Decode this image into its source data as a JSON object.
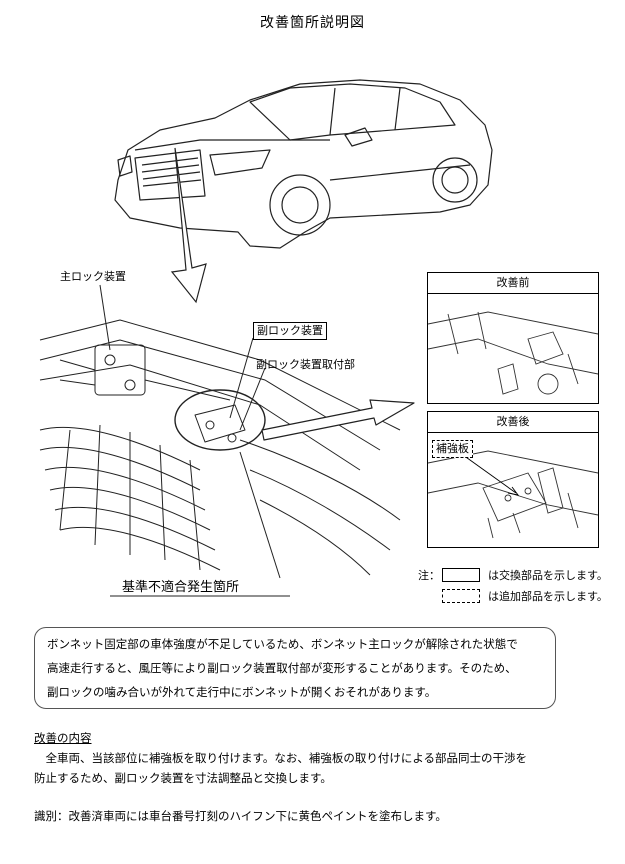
{
  "document": {
    "title": "改善箇所説明図"
  },
  "callouts": {
    "main_lock": "主ロック装置",
    "sub_lock": "副ロック装置",
    "sub_lock_mount": "副ロック装置取付部",
    "nonconformity": "基準不適合発生箇所"
  },
  "panels": {
    "before_title": "改善前",
    "after_title": "改善後",
    "reinforcement_label": "補強板"
  },
  "legend": {
    "note_label": "注：",
    "replaced_text": "は交換部品を示します。",
    "added_text": "は追加部品を示します。"
  },
  "description": {
    "lines": [
      "ボンネット固定部の車体強度が不足しているため、ボンネット主ロックが解除された状態で",
      "高速走行すると、風圧等により副ロック装置取付部が変形することがあります。そのため、",
      "副ロックの噛み合いが外れて走行中にボンネットが開くおそれがあります。"
    ]
  },
  "improvement": {
    "heading": "改善の内容",
    "lines": [
      "　全車両、当該部位に補強板を取り付けます。なお、補強板の取り付けによる部品同士の干渉を",
      "防止するため、副ロック装置を寸法調整品と交換します。"
    ]
  },
  "identification": {
    "text": "識別：改善済車両には車台番号打刻のハイフン下に黄色ペイントを塗布します。"
  }
}
